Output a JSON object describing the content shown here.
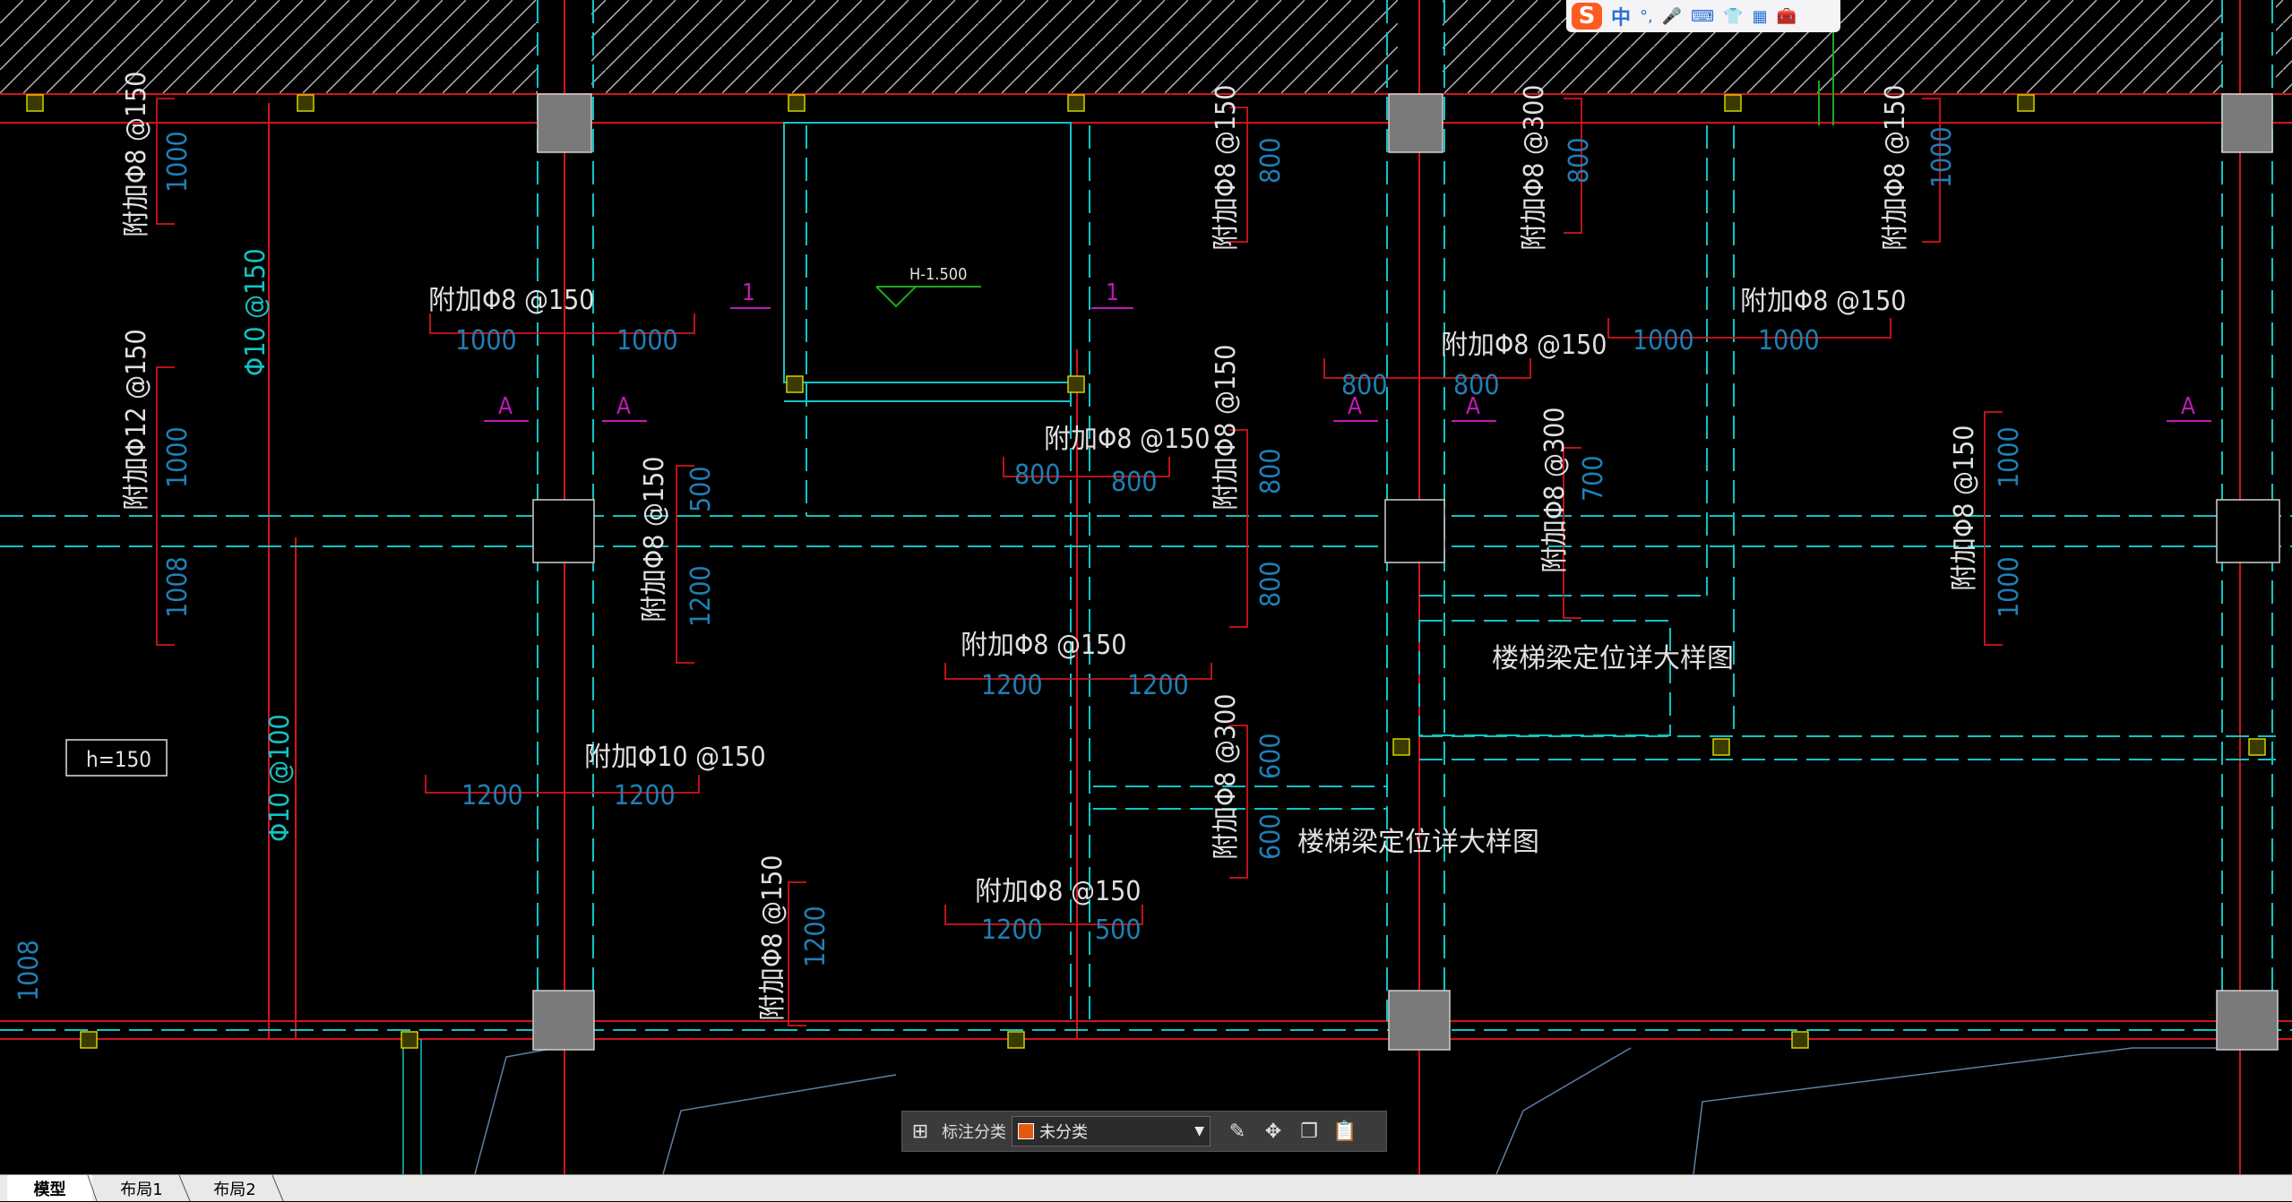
{
  "drawing": {
    "texts": {
      "rebar_8_150": "附加Φ8 @150",
      "rebar_8_300": "附加Φ8 @300",
      "rebar_10_150": "附加Φ10 @150",
      "rebar_12_150": "附加Φ12 @150",
      "dist_10_150": "Φ10 @150",
      "dist_10_100": "Φ10 @100",
      "elevation": "H-1.500",
      "slab_thickness": "h=150",
      "section_a": "A",
      "section_1": "1",
      "stair_detail": "楼梯梁定位详大样图"
    },
    "dims": {
      "d500": "500",
      "d600": "600",
      "d700": "700",
      "d800": "800",
      "d1000": "1000",
      "d1008": "1008",
      "d1200": "1200"
    },
    "colors": {
      "axis": "#d3141b",
      "beam": "#11c4c4",
      "dim": "#1f7fb5",
      "annot": "#e0e0e0",
      "section": "#c01ab8",
      "column": "#7a7a7a",
      "hatch": "#b9b9b9",
      "level": "#1ea81e"
    }
  },
  "ime": {
    "logo": "S",
    "mode": "中",
    "punct": "°,",
    "icons": [
      "microphone-icon",
      "keyboard-icon",
      "skin-icon",
      "apps-icon",
      "toolbox-icon"
    ]
  },
  "annotation_toolbar": {
    "category_label": "标注分类",
    "selected_category": "未分类",
    "swatch_color": "#e35b13"
  },
  "tabs": [
    {
      "label": "模型",
      "active": true
    },
    {
      "label": "布局1",
      "active": false
    },
    {
      "label": "布局2",
      "active": false
    }
  ]
}
